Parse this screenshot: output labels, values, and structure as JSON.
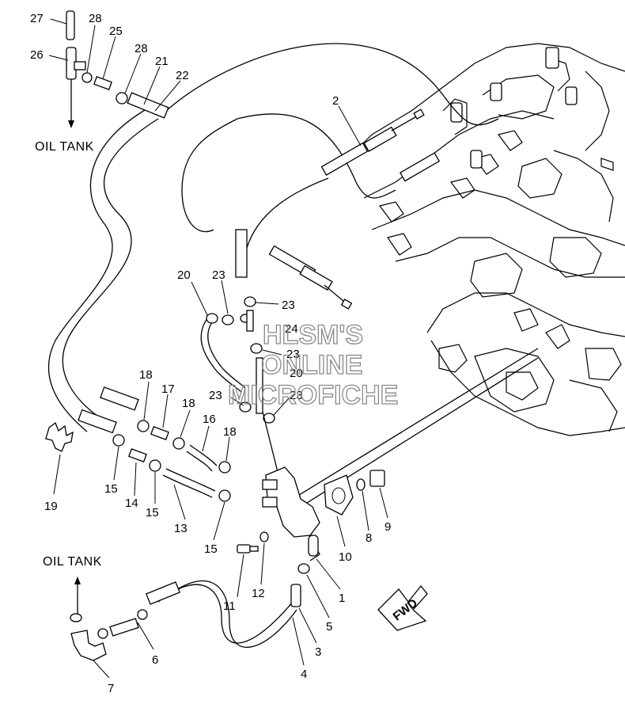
{
  "diagram": {
    "oil_tank_top": "OIL TANK",
    "oil_tank_bottom": "OIL TANK",
    "fwd_label": "FWD",
    "watermark": [
      "HLSM'S",
      "ONLINE",
      "MICROFICHE"
    ],
    "callouts": {
      "c1": "1",
      "c2": "2",
      "c3": "3",
      "c4": "4",
      "c5": "5",
      "c6": "6",
      "c7": "7",
      "c8": "8",
      "c9": "9",
      "c10": "10",
      "c11": "11",
      "c12": "12",
      "c13": "13",
      "c14": "14",
      "c15a": "15",
      "c15b": "15",
      "c15c": "15",
      "c16": "16",
      "c17": "17",
      "c18a": "18",
      "c18b": "18",
      "c18c": "18",
      "c19": "19",
      "c20a": "20",
      "c20b": "20",
      "c21": "21",
      "c22": "22",
      "c23a": "23",
      "c23b": "23",
      "c23c": "23",
      "c23d": "23",
      "c23e": "23",
      "c24": "24",
      "c25": "25",
      "c26": "26",
      "c27": "27",
      "c28a": "28",
      "c28b": "28"
    }
  }
}
